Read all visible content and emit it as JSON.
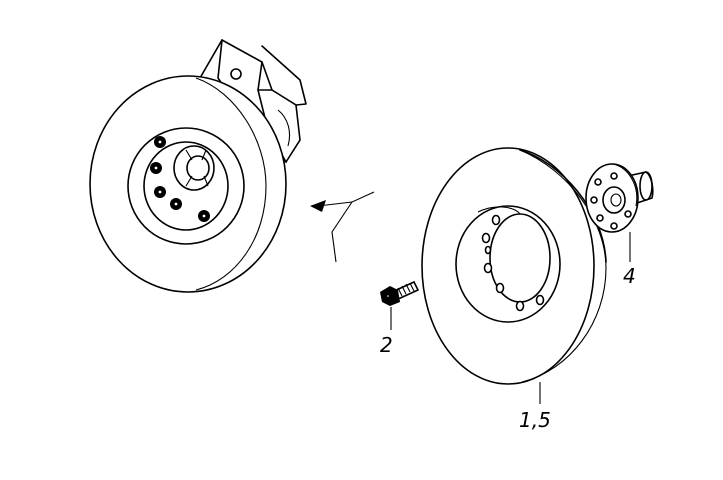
{
  "callouts": {
    "damper": "1,5",
    "bolt": "2",
    "hub": "4"
  },
  "colors": {
    "line": "#000000",
    "background": "#ffffff"
  }
}
